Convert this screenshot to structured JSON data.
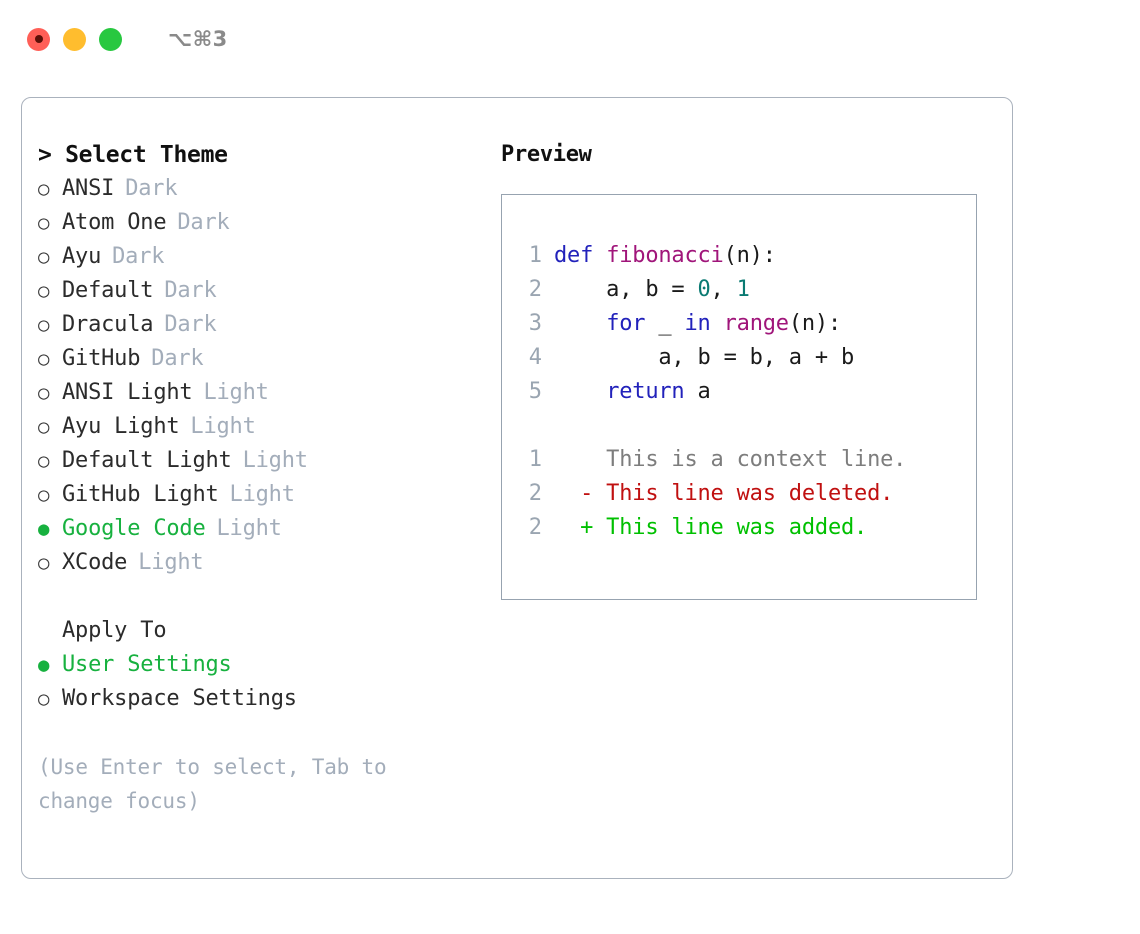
{
  "window": {
    "shortcut_label": "⌥⌘3",
    "traffic_lights": [
      {
        "name": "close",
        "color": "#ff5f57"
      },
      {
        "name": "minimize",
        "color": "#ffbd2e"
      },
      {
        "name": "maximize",
        "color": "#28c840"
      }
    ]
  },
  "picker": {
    "header": "> Select Theme",
    "bullet_unselected": "○",
    "bullet_selected": "●",
    "selected_color": "#17b13f",
    "items": [
      {
        "label": "ANSI",
        "kind": "Dark",
        "selected": false
      },
      {
        "label": "Atom One",
        "kind": "Dark",
        "selected": false
      },
      {
        "label": "Ayu",
        "kind": "Dark",
        "selected": false
      },
      {
        "label": "Default",
        "kind": "Dark",
        "selected": false
      },
      {
        "label": "Dracula",
        "kind": "Dark",
        "selected": false
      },
      {
        "label": "GitHub",
        "kind": "Dark",
        "selected": false
      },
      {
        "label": "ANSI Light",
        "kind": "Light",
        "selected": false
      },
      {
        "label": "Ayu Light",
        "kind": "Light",
        "selected": false
      },
      {
        "label": "Default Light",
        "kind": "Light",
        "selected": false
      },
      {
        "label": "GitHub Light",
        "kind": "Light",
        "selected": false
      },
      {
        "label": "Google Code",
        "kind": "Light",
        "selected": true
      },
      {
        "label": "XCode",
        "kind": "Light",
        "selected": false
      }
    ]
  },
  "apply_to": {
    "header": "Apply To",
    "items": [
      {
        "label": "User Settings",
        "selected": true
      },
      {
        "label": "Workspace Settings",
        "selected": false
      }
    ]
  },
  "hint": "(Use Enter to select, Tab to change focus)",
  "preview": {
    "title": "Preview",
    "code_lines": [
      {
        "no": "1",
        "tokens": [
          {
            "t": "def ",
            "c": "kw"
          },
          {
            "t": "fibonacci",
            "c": "fn"
          },
          {
            "t": "(n):",
            "c": "plain"
          }
        ]
      },
      {
        "no": "2",
        "tokens": [
          {
            "t": "    a, b = ",
            "c": "plain"
          },
          {
            "t": "0",
            "c": "num"
          },
          {
            "t": ", ",
            "c": "plain"
          },
          {
            "t": "1",
            "c": "num"
          }
        ]
      },
      {
        "no": "3",
        "tokens": [
          {
            "t": "    ",
            "c": "plain"
          },
          {
            "t": "for",
            "c": "kw"
          },
          {
            "t": " _ ",
            "c": "plain"
          },
          {
            "t": "in",
            "c": "kw"
          },
          {
            "t": " ",
            "c": "plain"
          },
          {
            "t": "range",
            "c": "fn"
          },
          {
            "t": "(n):",
            "c": "plain"
          }
        ]
      },
      {
        "no": "4",
        "tokens": [
          {
            "t": "        a, b = b, a + b",
            "c": "plain"
          }
        ]
      },
      {
        "no": "5",
        "tokens": [
          {
            "t": "    ",
            "c": "plain"
          },
          {
            "t": "return",
            "c": "kw"
          },
          {
            "t": " a",
            "c": "plain"
          }
        ]
      }
    ],
    "diff_lines": [
      {
        "no": "1",
        "marker": "  ",
        "text": "This is a context line.",
        "kind": "ctx"
      },
      {
        "no": "2",
        "marker": "- ",
        "text": "This line was deleted.",
        "kind": "del"
      },
      {
        "no": "2",
        "marker": "+ ",
        "text": "This line was added.",
        "kind": "add"
      }
    ]
  },
  "colors": {
    "keyword": "#2222bb",
    "function": "#a0157a",
    "number": "#0a7a72",
    "context": "#7d7d7d",
    "deleted": "#c01010",
    "added": "#00c000",
    "linenum": "#9aa5b1",
    "muted": "#a3adba",
    "border": "#aab2bd"
  }
}
